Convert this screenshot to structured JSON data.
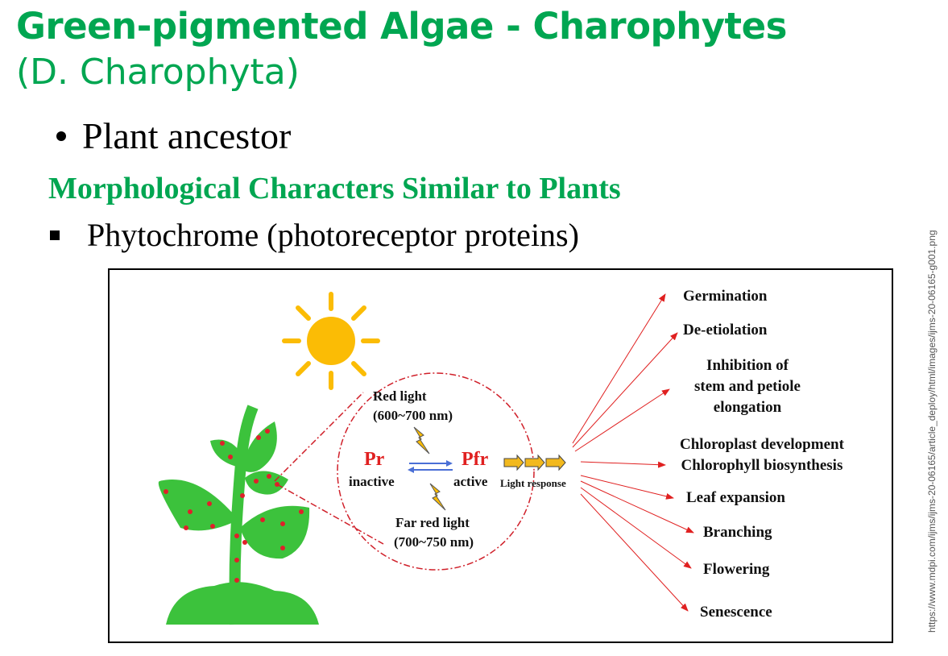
{
  "slide": {
    "title": "Green-pigmented Algae - Charophytes",
    "subtitle": "(D. Charophyta)",
    "bullet": "Plant ancestor",
    "heading": "Morphological Characters Similar to Plants",
    "item": "Phytochrome (photoreceptor proteins)",
    "source_url": "https://www.mdpi.com/ijms/ijms-20-06165/article_deploy/html/images/ijms-20-06165-g001.png"
  },
  "diagram": {
    "red_light": "Red light",
    "red_range": "(600~700 nm)",
    "far_red_light": "Far red light",
    "far_red_range": "(700~750 nm)",
    "pr": "Pr",
    "pr_state": "inactive",
    "pfr": "Pfr",
    "pfr_state": "active",
    "light_response": "Light response",
    "responses": [
      {
        "label": "Germination"
      },
      {
        "label": "De-etiolation"
      },
      {
        "label": "Inhibition of\nstem and petiole\nelongation"
      },
      {
        "label": "Chloroplast development\nChlorophyll biosynthesis"
      },
      {
        "label": "Leaf expansion"
      },
      {
        "label": "Branching"
      },
      {
        "label": "Flowering"
      },
      {
        "label": "Senescence"
      }
    ],
    "colors": {
      "sun": "#fbbc05",
      "plant": "#3cc23c",
      "dot": "#e0202a",
      "arrow": "#e02020",
      "circle": "#d0202a",
      "forward": "#4a6fd6",
      "chevron": "#f2b91e"
    }
  }
}
